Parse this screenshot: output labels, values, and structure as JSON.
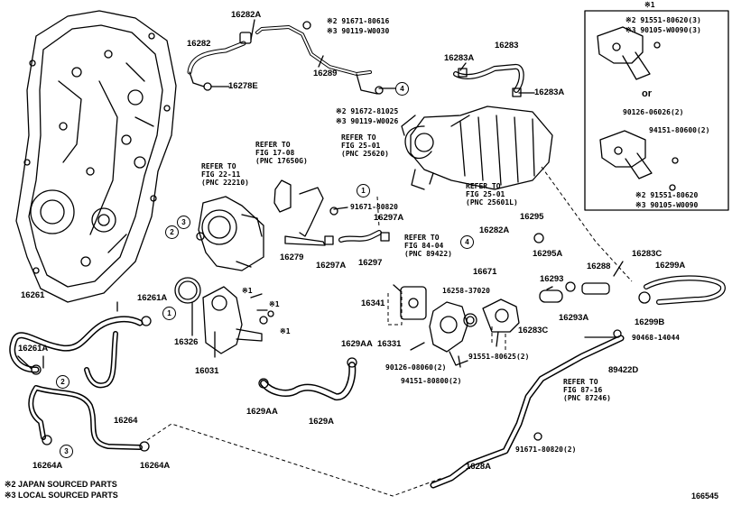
{
  "circled_callouts": [
    "1",
    "2",
    "3",
    "4"
  ],
  "asterisk_box": {
    "label": "※1"
  },
  "notes": {
    "japan": "※2 JAPAN SOURCED PARTS",
    "local": "※3 LOCAL SOURCED PARTS"
  },
  "diagram_id": "166545",
  "parts": {
    "p16282a": "16282A",
    "p16282": "16282",
    "p16278e": "16278E",
    "p16289": "16289",
    "top_a1": "※2 91671-80616",
    "top_a2": "※3 90119-W0030",
    "mid_a1": "※2 91672-81025",
    "mid_a2": "※3 90119-W0026",
    "p16283": "16283",
    "p16283a_1": "16283A",
    "p16283a_2": "16283A",
    "box_a1": "※2 91551-80620(3)",
    "box_a2": "※3 90105-W0090(3)",
    "box_or": "or",
    "box_b1": "90126-06026(2)",
    "box_b2": "94151-80600(2)",
    "box_c1": "※2 91551-80620",
    "box_c2": "※3 90105-W0090",
    "p91671_80820": "91671-80820",
    "p16297a": "16297A",
    "p16279": "16279",
    "p16297a_2": "16297A",
    "p16297": "16297",
    "p16282a_2": "16282A",
    "p16295": "16295",
    "p16295a": "16295A",
    "p16671": "16671",
    "p16258": "16258-37020",
    "p16341": "16341",
    "p16293": "16293",
    "p16288": "16288",
    "p16283c": "16283C",
    "p16299a": "16299A",
    "p16299b": "16299B",
    "p16293a": "16293A",
    "p16283c_2": "16283C",
    "p90468": "90468-14044",
    "p16331": "16331",
    "p90126": "90126-08060(2)",
    "p91551": "91551-80625(2)",
    "p94151": "94151-80800(2)",
    "p89422d": "89422D",
    "p16261": "16261",
    "p16261a": "16261A",
    "p16261a_2": "16261A",
    "p16326": "16326",
    "p16031": "16031",
    "star1_a": "※1",
    "star1_b": "※1",
    "star1_c": "※1",
    "p1629aa": "1629AA",
    "p1629aa_2": "1629AA",
    "p1629a": "1629A",
    "p16264": "16264",
    "p16264a": "16264A",
    "p16264a_2": "16264A",
    "p91671_80820_2": "91671-80820(2)",
    "p1628a": "1628A"
  },
  "refs": {
    "fig17": [
      "REFER TO",
      "FIG 17-08",
      "(PNC 17650G)"
    ],
    "fig22": [
      "REFER TO",
      "FIG 22-11",
      "(PNC 22210)"
    ],
    "fig25a": [
      "REFER TO",
      "FIG 25-01",
      "(PNC 25620)"
    ],
    "fig25b": [
      "REFER TO",
      "FIG 25-01",
      "(PNC 25601L)"
    ],
    "fig84": [
      "REFER TO",
      "FIG 84-04",
      "(PNC 89422)"
    ],
    "fig87": [
      "REFER TO",
      "FIG 87-16",
      "(PNC 87246)"
    ]
  }
}
